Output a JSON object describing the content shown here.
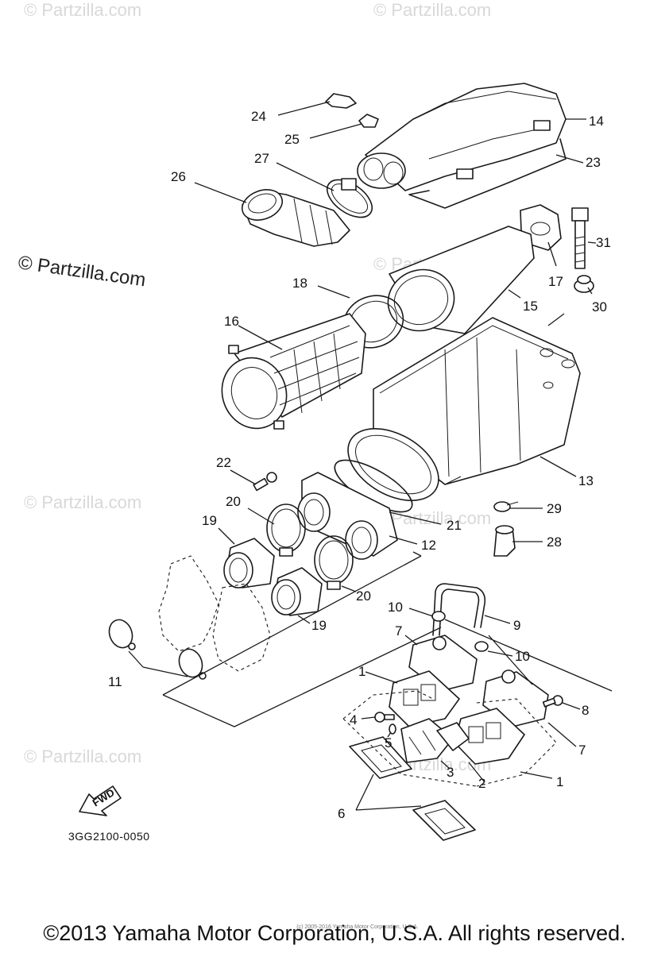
{
  "diagram": {
    "code": "3GG2100-0050",
    "fwd_label": "FWD",
    "callouts": {
      "c24": "24",
      "c25": "25",
      "c14": "14",
      "c23": "23",
      "c27": "27",
      "c26": "26",
      "c31": "31",
      "c17": "17",
      "c30": "30",
      "c18": "18",
      "c15": "15",
      "c16": "16",
      "c13": "13",
      "c22": "22",
      "c20a": "20",
      "c29": "29",
      "c19a": "19",
      "c21": "21",
      "c12": "12",
      "c28": "28",
      "c20b": "20",
      "c19b": "19",
      "c10a": "10",
      "c9": "9",
      "c7a": "7",
      "c10b": "10",
      "c1a": "1",
      "c11": "11",
      "c8": "8",
      "c4": "4",
      "c5": "5",
      "c7b": "7",
      "c3": "3",
      "c2": "2",
      "c1b": "1",
      "c6": "6"
    }
  },
  "watermarks": {
    "main": "© Partzilla.com",
    "faint": "© Partzilla.com"
  },
  "footer": {
    "copyright": "©2013 Yamaha Motor Corporation, U.S.A. All rights reserved.",
    "small_print": "(c) 2005-2016 Yamaha Motor Corporation, U.S.A."
  }
}
